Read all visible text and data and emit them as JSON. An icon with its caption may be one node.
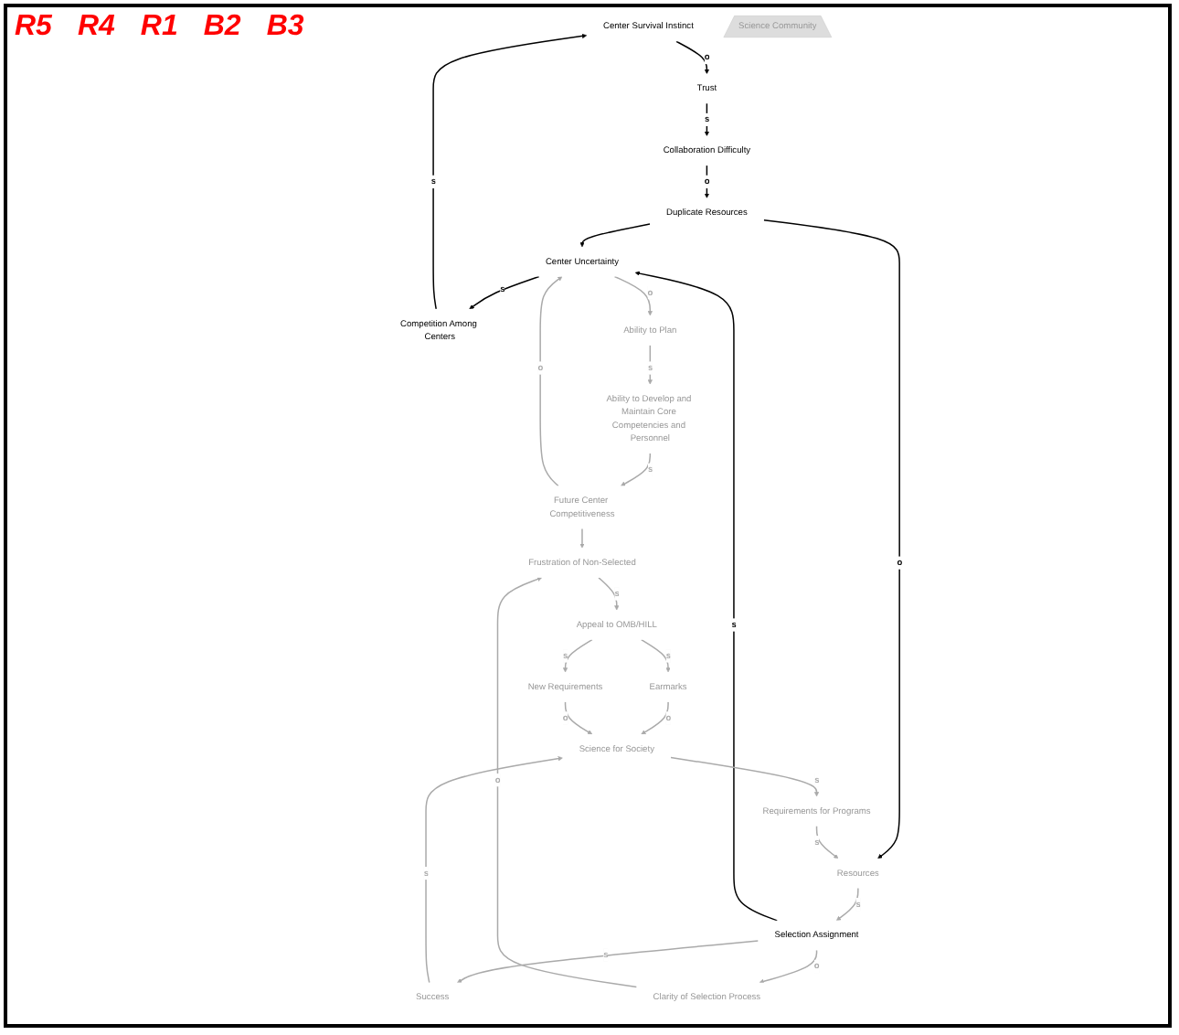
{
  "diagram": {
    "nodes": [
      {
        "text": [
          "Center Survival Instinct"
        ]
      },
      {
        "text": [
          "Competition Among Centers"
        ]
      },
      {
        "text": [
          "Ability to Plan"
        ]
      },
      {
        "text": [
          "Ability to Develop and Maintain Core Competencies and Personnel"
        ]
      },
      {
        "text": [
          "Trust"
        ]
      },
      {
        "text": [
          "Center Uncertainty"
        ]
      },
      {
        "text": [
          "Future Center Competitiveness"
        ]
      },
      {
        "text": [
          "Collaboration Difficulty"
        ]
      },
      {
        "text": [
          "Duplicate Resources"
        ]
      },
      {
        "text": [
          "Resources"
        ]
      },
      {
        "text": [
          "Selection Assignment"
        ]
      },
      {
        "text": [
          "Clarity of Selection Process"
        ]
      },
      {
        "text": [
          "Frustration of Non-Selected"
        ]
      },
      {
        "text": [
          "Requirements for Programs"
        ]
      },
      {
        "text": [
          "Success"
        ]
      },
      {
        "text": [
          "Appeal to OMB/HILL"
        ]
      },
      {
        "text": [
          "Science for Society"
        ]
      },
      {
        "text": [
          "Earmarks"
        ]
      },
      {
        "text": [
          "New Requirements"
        ]
      },
      {
        "text": [
          "Science Community"
        ]
      }
    ],
    "edges": [
      {
        "from": 5,
        "to": 1,
        "arrow": "to",
        "label": "s",
        "color": "#000000"
      },
      {
        "from": 1,
        "to": 0,
        "arrow": "to",
        "label": "s",
        "color": "#000000"
      },
      {
        "from": 0,
        "to": 4,
        "arrow": "to",
        "label": "o",
        "color": "#000000"
      },
      {
        "from": 4,
        "to": 7,
        "arrow": "to",
        "label": "s",
        "color": "#000000"
      },
      {
        "from": 7,
        "to": 8,
        "arrow": "to",
        "label": "o",
        "color": "#000000"
      },
      {
        "from": 8,
        "to": 5,
        "arrow": "to",
        "color": "#000000"
      },
      {
        "from": 8,
        "to": 9,
        "arrow": "to",
        "label": "o",
        "color": "#000000"
      },
      {
        "from": 10,
        "to": 5,
        "arrow": "to",
        "label": "s",
        "color": "#000000"
      },
      {
        "from": 5,
        "to": 2,
        "arrow": "to",
        "label": "o"
      },
      {
        "from": 2,
        "to": 3,
        "arrow": "to",
        "label": "s"
      },
      {
        "from": 3,
        "to": 6,
        "arrow": "to",
        "label": "s"
      },
      {
        "from": 6,
        "to": 5,
        "arrow": "to",
        "label": "o"
      },
      {
        "from": 6,
        "to": 12,
        "arrow": "to"
      },
      {
        "from": 9,
        "to": 10,
        "arrow": "to",
        "label": "s"
      },
      {
        "from": 10,
        "to": 11,
        "arrow": "to",
        "label": "o"
      },
      {
        "from": 11,
        "to": 12,
        "arrow": "to",
        "label": "o"
      },
      {
        "from": 10,
        "to": 14,
        "arrow": "to",
        "label": "s"
      },
      {
        "from": 14,
        "to": 16,
        "arrow": "to",
        "label": "s"
      },
      {
        "from": 16,
        "to": 13,
        "arrow": "to",
        "label": "s"
      },
      {
        "from": 13,
        "to": 9,
        "arrow": "to",
        "label": "s"
      },
      {
        "from": 12,
        "to": 15,
        "arrow": "to",
        "label": "s"
      },
      {
        "from": 15,
        "to": 17,
        "arrow": "to",
        "label": "s"
      },
      {
        "from": 15,
        "to": 18,
        "arrow": "to",
        "label": "s"
      },
      {
        "from": 17,
        "to": 16,
        "arrow": "to",
        "label": "o"
      },
      {
        "from": 18,
        "to": 16,
        "arrow": "to",
        "label": "o"
      }
    ],
    "labels": [
      "R5",
      "R4",
      "R1",
      "B2",
      "B3"
    ]
  }
}
